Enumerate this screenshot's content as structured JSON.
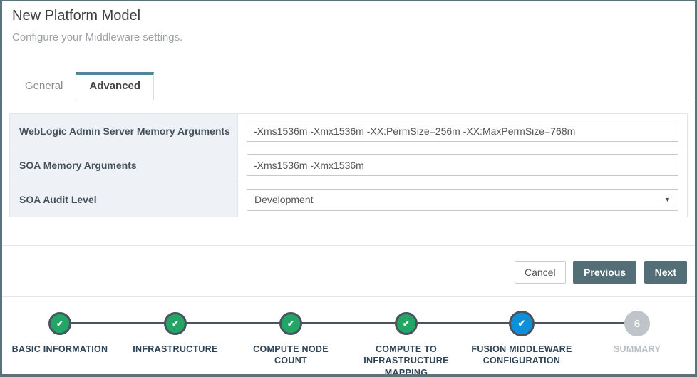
{
  "header": {
    "title": "New Platform Model",
    "subtitle": "Configure your Middleware settings."
  },
  "tabs": [
    {
      "label": "General",
      "active": false
    },
    {
      "label": "Advanced",
      "active": true
    }
  ],
  "form": {
    "rows": [
      {
        "label": "WebLogic Admin Server Memory Arguments",
        "type": "text",
        "value": "-Xms1536m -Xmx1536m -XX:PermSize=256m -XX:MaxPermSize=768m"
      },
      {
        "label": "SOA Memory Arguments",
        "type": "text",
        "value": "-Xms1536m -Xmx1536m"
      },
      {
        "label": "SOA Audit Level",
        "type": "select",
        "value": "Development"
      }
    ]
  },
  "footer": {
    "cancel_label": "Cancel",
    "previous_label": "Previous",
    "next_label": "Next"
  },
  "stepper": {
    "steps": [
      {
        "label": "BASIC INFORMATION",
        "state": "completed"
      },
      {
        "label": "INFRASTRUCTURE",
        "state": "completed"
      },
      {
        "label": "COMPUTE NODE COUNT",
        "state": "completed"
      },
      {
        "label": "COMPUTE TO INFRASTRUCTURE MAPPING",
        "state": "completed"
      },
      {
        "label": "FUSION MIDDLEWARE CONFIGURATION",
        "state": "current"
      },
      {
        "label": "SUMMARY",
        "state": "upcoming",
        "number": "6"
      }
    ]
  },
  "icons": {
    "check": "✔",
    "dropdown_arrow": "▼"
  },
  "colors": {
    "teal": "#4f8499",
    "slate": "#536e77",
    "green": "#23a566",
    "blue": "#0d90d9",
    "ring": "#4a545e",
    "gray-step": "#bfc4ca",
    "label-bg": "#eef2f6",
    "step-text": "#2f4456",
    "frame": "#5d7178"
  }
}
